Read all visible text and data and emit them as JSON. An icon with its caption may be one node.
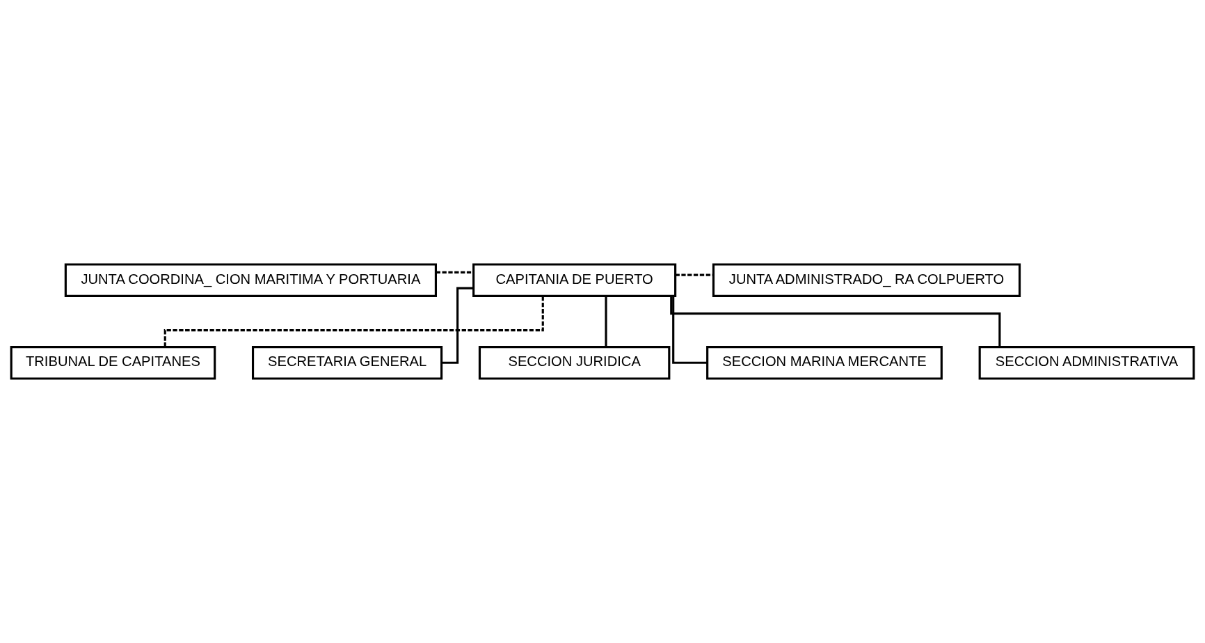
{
  "diagram": {
    "nodes": [
      {
        "text": [
          "JUNTA COORDINA_ CION MARITIMA Y PORTUARIA"
        ]
      },
      {
        "text": [
          "CAPITANIA DE PUERTO"
        ]
      },
      {
        "text": [
          "JUNTA ADMINISTRADO_ RA COLPUERTO"
        ]
      },
      {
        "text": [
          "TRIBUNAL DE CAPITANES"
        ]
      },
      {
        "text": [
          "SECRETARIA GENERAL"
        ]
      },
      {
        "text": [
          "SECCION JURIDICA"
        ]
      },
      {
        "text": [
          "SECCION MARINA MERCANTE"
        ]
      },
      {
        "text": [
          "SECCION ADMINISTRATIVA"
        ]
      }
    ],
    "edges": [
      {
        "from": 0,
        "to": 1,
        "arrow": "none",
        "style": "dashed"
      },
      {
        "from": 3,
        "to": 1,
        "arrow": "none",
        "style": "dashed"
      },
      {
        "from": 1,
        "to": 2,
        "arrow": "none",
        "style": "dashed"
      },
      {
        "from": 1,
        "to": 4,
        "arrow": "none"
      },
      {
        "from": 1,
        "to": 5,
        "arrow": "none"
      },
      {
        "from": 1,
        "to": 6,
        "arrow": "none"
      },
      {
        "from": 1,
        "to": 7,
        "arrow": "none"
      }
    ]
  }
}
